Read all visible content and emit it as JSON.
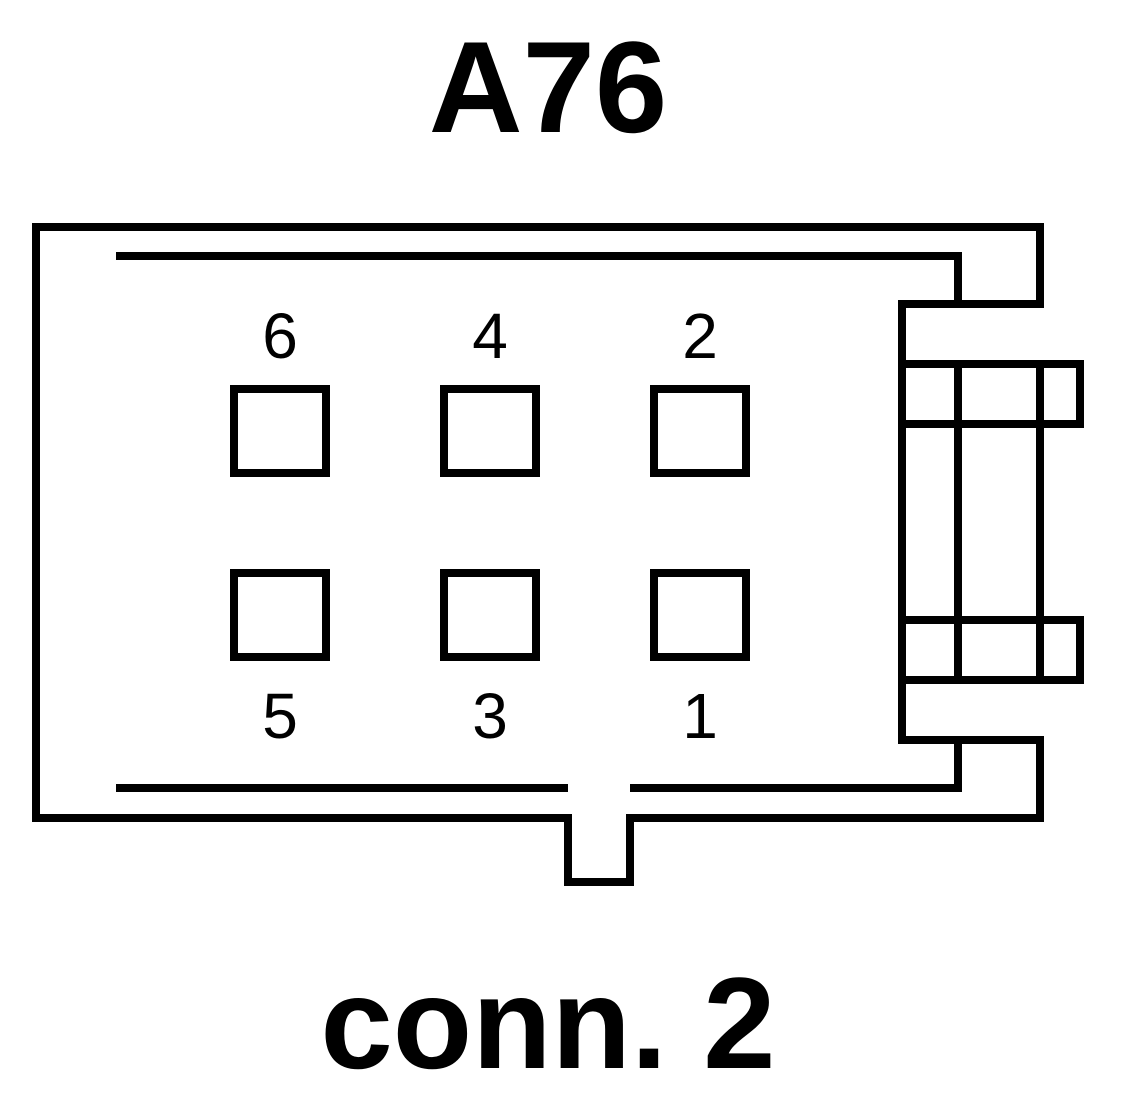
{
  "connector": {
    "id": "A76",
    "subtitle": "conn. 2"
  },
  "pins": [
    {
      "number": "6"
    },
    {
      "number": "4"
    },
    {
      "number": "2"
    },
    {
      "number": "5"
    },
    {
      "number": "3"
    },
    {
      "number": "1"
    }
  ],
  "colors": {
    "line": "#000000",
    "background": "#ffffff"
  }
}
